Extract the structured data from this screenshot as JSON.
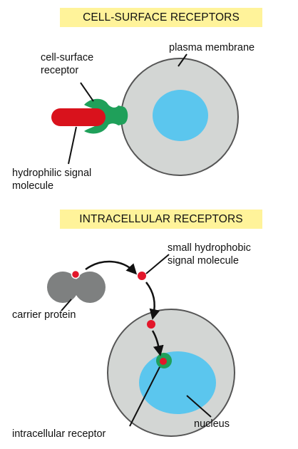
{
  "sections": {
    "cell_surface": {
      "title": "CELL-SURFACE RECEPTORS",
      "receptor_label": [
        "cell-surface",
        "receptor"
      ],
      "membrane_label": "plasma membrane",
      "signal_label": [
        "hydrophilic signal",
        "molecule"
      ]
    },
    "intracellular": {
      "title": "INTRACELLULAR RECEPTORS",
      "signal_label": [
        "small hydrophobic",
        "signal molecule"
      ],
      "carrier_label": "carrier protein",
      "receptor_label": "intracellular receptor",
      "nucleus_label": "nucleus"
    }
  },
  "colors": {
    "banner": "#fff39a",
    "cell": "#d3d6d4",
    "nucleus": "#5bc6ee",
    "receptor": "#1fa05a",
    "signal_hydrophilic": "#d9121c",
    "signal_hydrophobic": "#e3162a",
    "carrier": "#7e8080"
  }
}
